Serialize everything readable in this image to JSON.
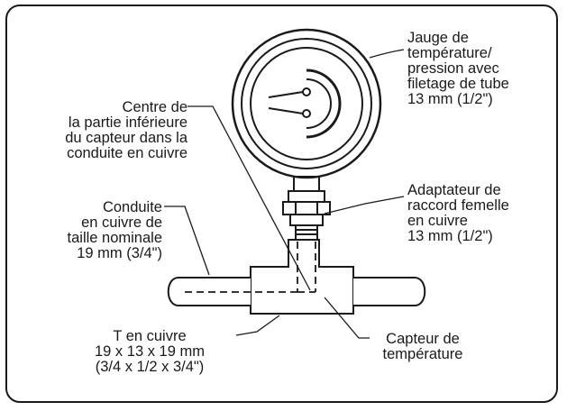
{
  "labels": {
    "gauge": "Jauge de\ntempérature/\npression avec\nfiletage de tube\n13 mm (1/2\")",
    "sensor_center": "Centre de\nla partie inférieure\ndu capteur dans la\nconduite en cuivre",
    "adapter": "Adaptateur de\nraccord femelle\nen cuivre\n13 mm (1/2\")",
    "pipe": "Conduite\nen cuivre de\ntaille nominale\n19 mm (3/4\")",
    "tee": "T en cuivre\n19 x 13 x 19 mm\n(3/4 x 1/2 x 3/4\")",
    "sensor": "Capteur de\ntempérature"
  },
  "colors": {
    "line": "#1a1a1a",
    "background": "#ffffff"
  }
}
